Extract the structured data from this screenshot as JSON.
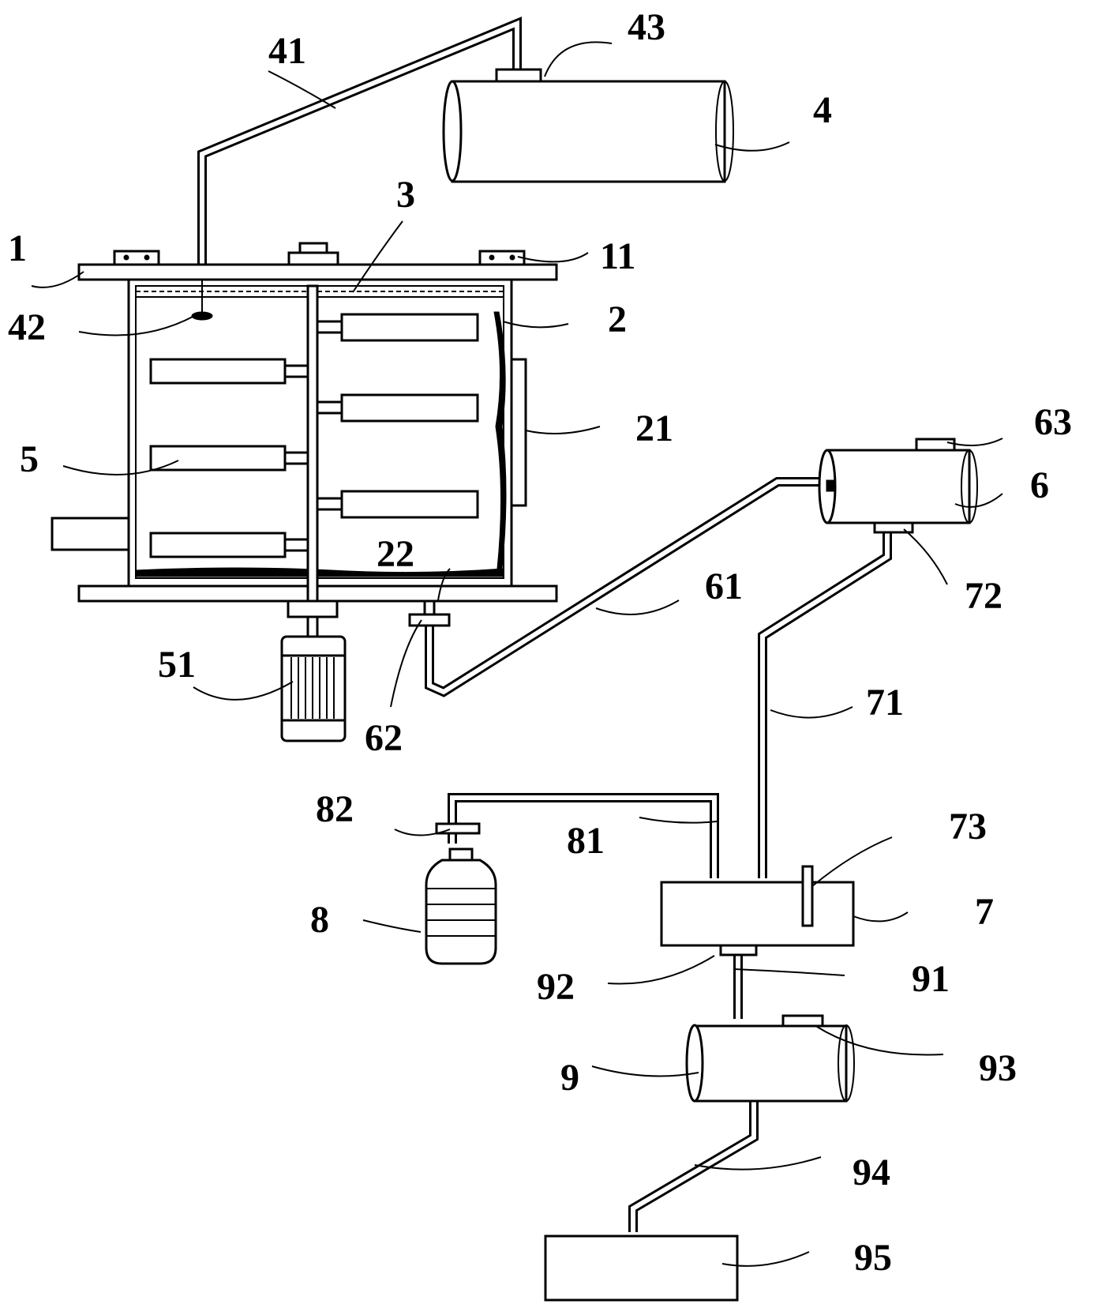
{
  "labels": {
    "l1": "1",
    "l11": "11",
    "l2": "2",
    "l21": "21",
    "l22": "22",
    "l3": "3",
    "l4": "4",
    "l41": "41",
    "l42": "42",
    "l43": "43",
    "l5": "5",
    "l51": "51",
    "l6": "6",
    "l61": "61",
    "l62": "62",
    "l63": "63",
    "l7": "7",
    "l71": "71",
    "l72": "72",
    "l73": "73",
    "l8": "8",
    "l81": "81",
    "l82": "82",
    "l9": "9",
    "l91": "91",
    "l92": "92",
    "l93": "93",
    "l94": "94",
    "l95": "95"
  },
  "colors": {
    "line": "#000000",
    "background": "#ffffff"
  }
}
